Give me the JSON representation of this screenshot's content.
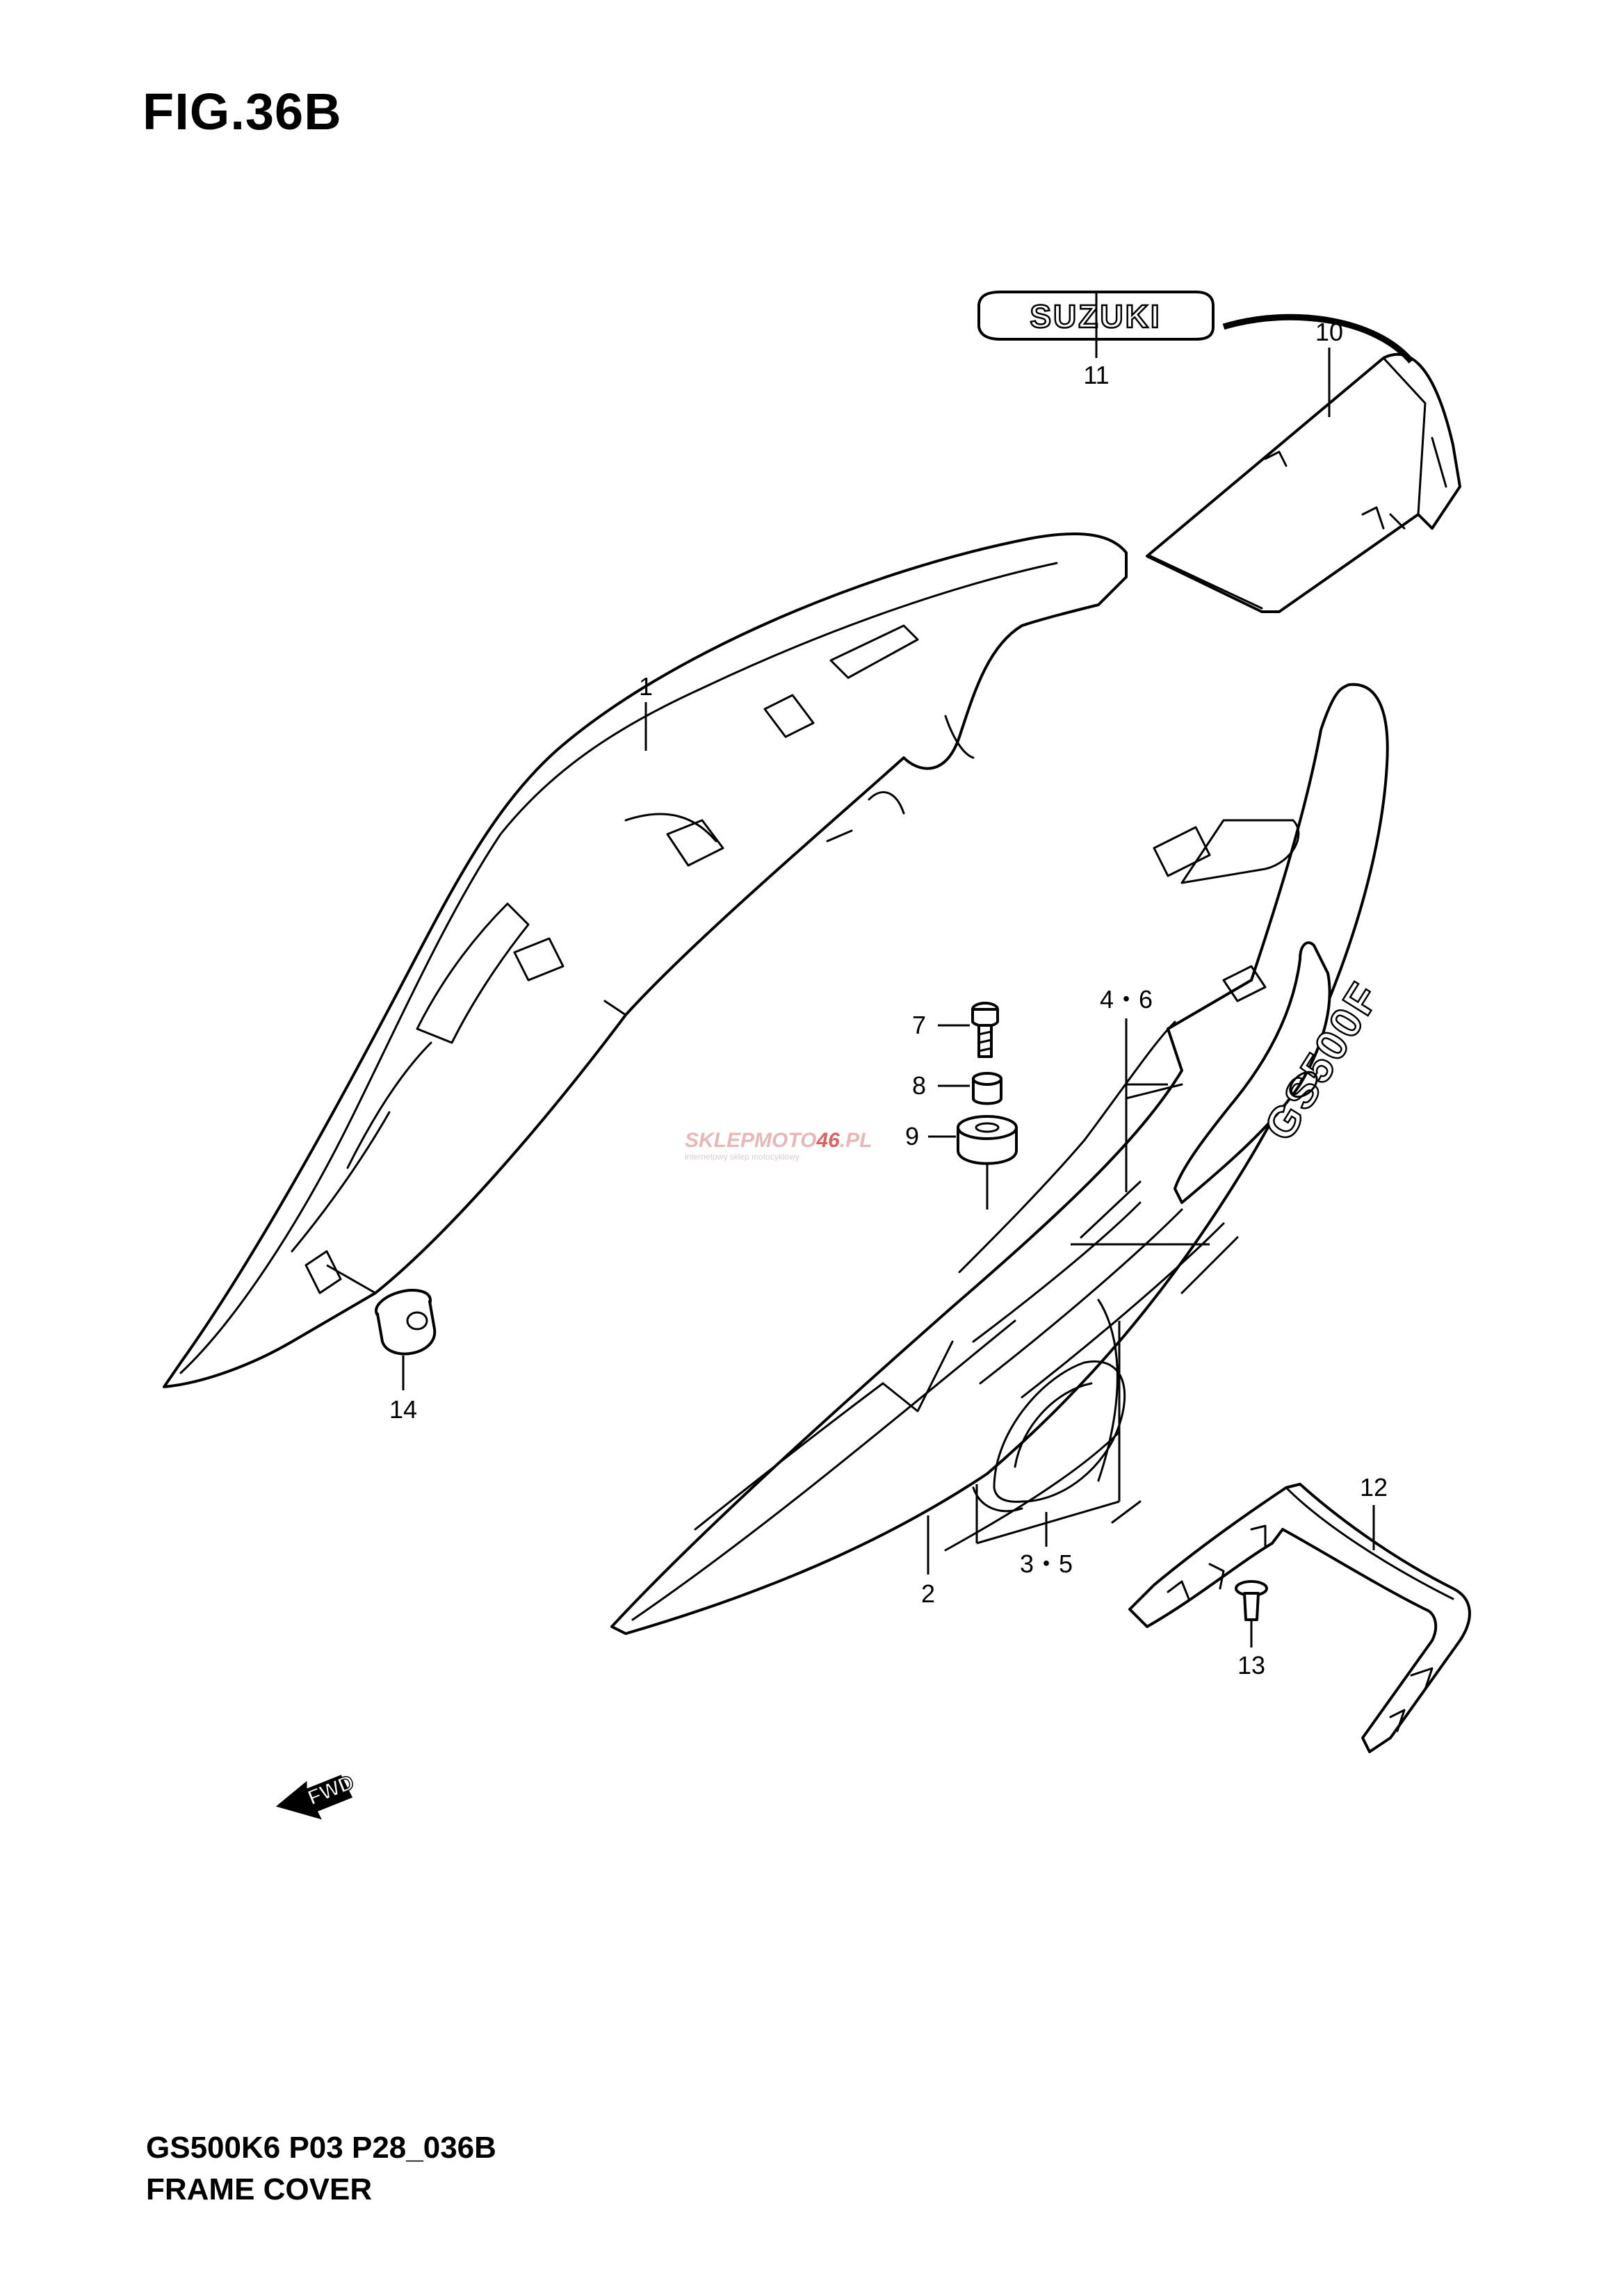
{
  "figure": {
    "title": "FIG.36B",
    "model_code": "GS500K6 P03 P28_036B",
    "section_name": "FRAME COVER"
  },
  "parts": [
    {
      "callout": "1"
    },
    {
      "callout": "2"
    },
    {
      "callout": "3・5"
    },
    {
      "callout": "4・6"
    },
    {
      "callout": "7"
    },
    {
      "callout": "8"
    },
    {
      "callout": "9"
    },
    {
      "callout": "10"
    },
    {
      "callout": "11"
    },
    {
      "callout": "12"
    },
    {
      "callout": "13"
    },
    {
      "callout": "14"
    }
  ],
  "emblem": {
    "text": "SUZUKI"
  },
  "direction_marker": {
    "text": "FWD",
    "icon": "fwd-arrow-icon"
  },
  "watermark": {
    "brand": "SKLEPMOTO",
    "number": "46",
    "suffix": ".PL",
    "tagline": "internetowy sklep motocyklowy"
  }
}
